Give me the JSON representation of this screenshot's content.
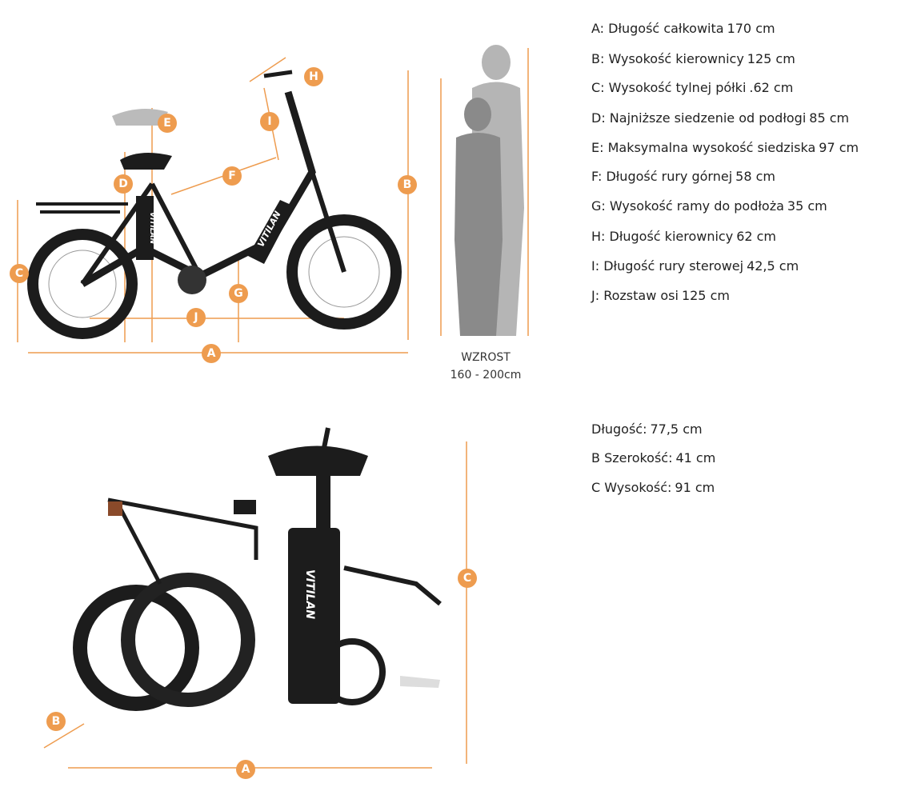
{
  "specs_unfolded": [
    {
      "label": "A: Długość całkowita",
      "value": "170 cm"
    },
    {
      "label": "B: Wysokość kierownicy",
      "value": "125 cm"
    },
    {
      "label": "C: Wysokość tylnej półki",
      "value": ".62 cm"
    },
    {
      "label": "D: Najniższe siedzenie od podłogi",
      "value": "85 cm"
    },
    {
      "label": "E: Maksymalna wysokość siedziska",
      "value": "97 cm"
    },
    {
      "label": "F: Długość rury górnej",
      "value": "58 cm"
    },
    {
      "label": "G: Wysokość ramy do podłoża",
      "value": "35 cm"
    },
    {
      "label": "H: Długość kierownicy",
      "value": "62 cm"
    },
    {
      "label": "I: Długość rury sterowej",
      "value": "42,5 cm"
    },
    {
      "label": "J: Rozstaw osi",
      "value": "125 cm"
    }
  ],
  "specs_folded": [
    {
      "label": "Długość:",
      "value": "77,5 cm"
    },
    {
      "label": "B Szerokość:",
      "value": "41 cm"
    },
    {
      "label": "C Wysokość:",
      "value": "91 cm"
    }
  ],
  "height_caption": {
    "title": "WZROST",
    "range": "160 - 200cm"
  },
  "markers_top": [
    "A",
    "B",
    "C",
    "D",
    "E",
    "F",
    "G",
    "H",
    "I",
    "J"
  ],
  "markers_bottom": [
    "A",
    "B",
    "C"
  ],
  "brand": "VITILAN",
  "colors": {
    "accent": "#ee9c4f",
    "frame": "#1c1c1c",
    "person": "#8a8a8a"
  }
}
